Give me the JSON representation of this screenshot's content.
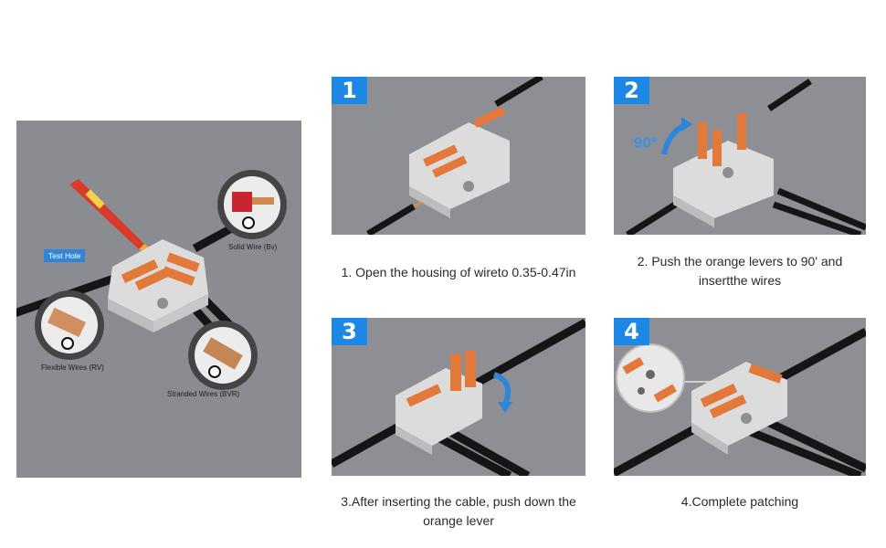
{
  "left_panel": {
    "test_hole_label": "Test Hole",
    "solid_wire_label": "Solid Wire (Bv)",
    "flexible_wire_label": "Flexible Wires (RV)",
    "stranded_wire_label": "Stranded Wires (BVR)"
  },
  "steps": [
    {
      "number": "1",
      "caption": "1. Open the housing of wireto 0.35-0.47in"
    },
    {
      "number": "2",
      "caption": "2. Push the orange levers to 90' and insertthe wires",
      "angle_label": "90°"
    },
    {
      "number": "3",
      "caption": "3.After inserting the cable, push down the orange lever"
    },
    {
      "number": "4",
      "caption": "4.Complete patching"
    }
  ],
  "colors": {
    "badge": "#1d87e6",
    "lever": "#e2793a",
    "housing": "#dcdcdc",
    "wire": "#151515",
    "panel_bg": "#8e8f94"
  }
}
